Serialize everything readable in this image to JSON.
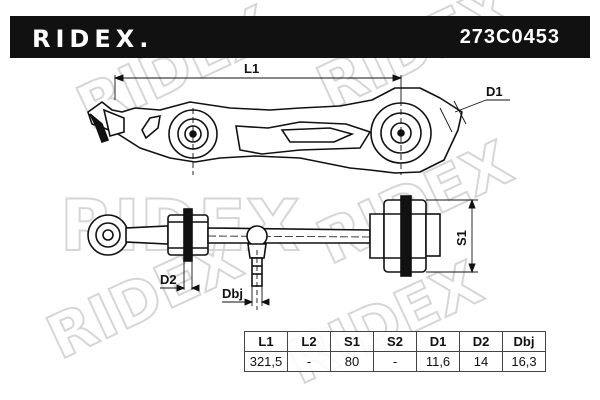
{
  "header": {
    "brand": "RIDEX.",
    "part_number": "273C0453"
  },
  "watermark": "RIDEX",
  "labels": {
    "l1": "L1",
    "d1": "D1",
    "s1": "S1",
    "d2": "D2",
    "dbj": "Dbj"
  },
  "spec_table": {
    "headers": [
      "L1",
      "L2",
      "S1",
      "S2",
      "D1",
      "D2",
      "Dbj"
    ],
    "values": [
      "321,5",
      "-",
      "80",
      "-",
      "11,6",
      "14",
      "16,3"
    ]
  }
}
